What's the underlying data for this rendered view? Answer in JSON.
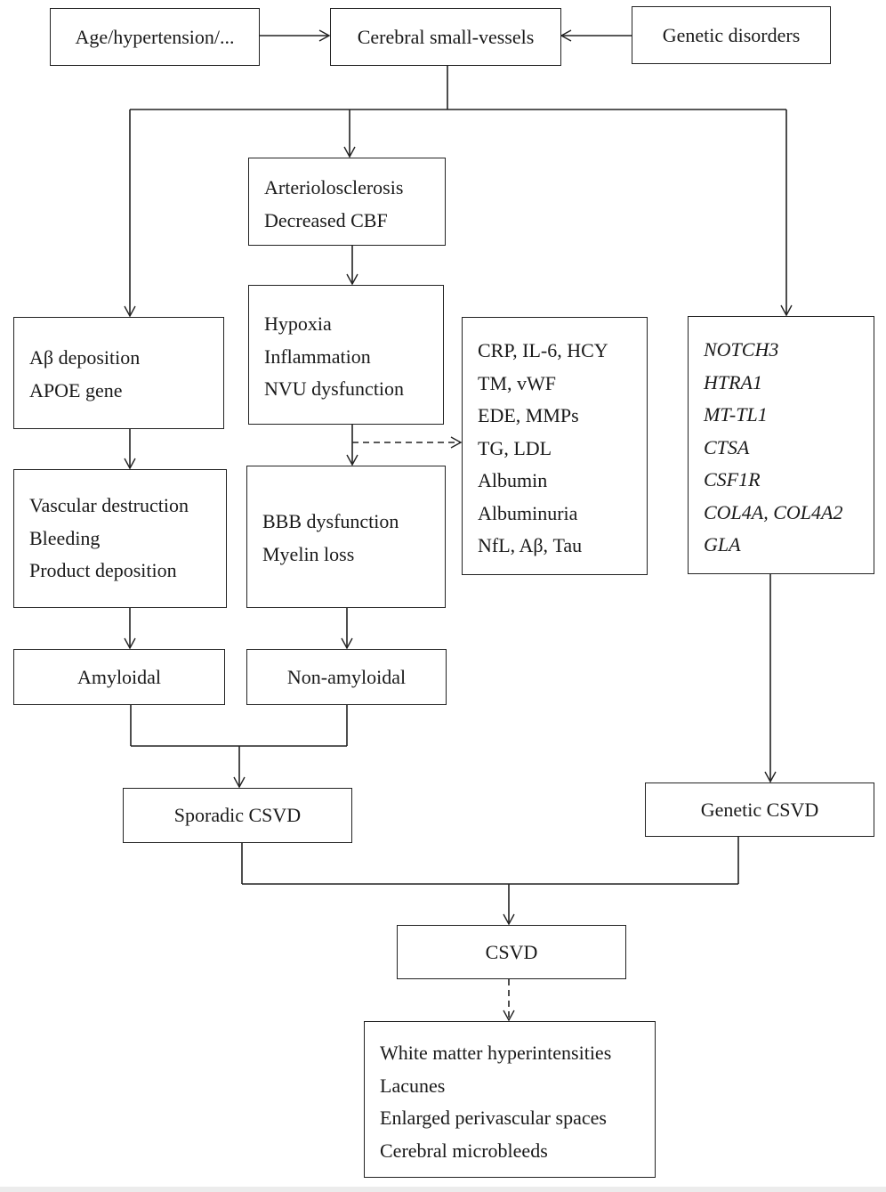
{
  "boxes": {
    "age": "Age/hypertension/...",
    "small_vessels": "Cerebral small-vessels",
    "genetic_disorders": "Genetic disorders",
    "arteriolosclerosis": [
      "Arteriolosclerosis",
      "Decreased CBF"
    ],
    "abeta": [
      "Aβ deposition",
      "APOE gene"
    ],
    "hypoxia": [
      "Hypoxia",
      "Inflammation",
      "NVU dysfunction"
    ],
    "markers": [
      "CRP, IL-6, HCY",
      "TM, vWF",
      "EDE, MMPs",
      "TG, LDL",
      "Albumin",
      "Albuminuria",
      "NfL, Aβ, Tau"
    ],
    "genes": [
      "NOTCH3",
      "HTRA1",
      "MT-TL1",
      "CTSA",
      "CSF1R",
      "COL4A, COL4A2",
      "GLA"
    ],
    "vascular": [
      "Vascular destruction",
      "Bleeding",
      "Product deposition"
    ],
    "bbb": [
      "BBB dysfunction",
      "Myelin loss"
    ],
    "amyloidal": "Amyloidal",
    "non_amyloidal": "Non-amyloidal",
    "sporadic": "Sporadic CSVD",
    "genetic_csvd": "Genetic CSVD",
    "csvd": "CSVD",
    "outcomes": [
      "White matter hyperintensities",
      "Lacunes",
      "Enlarged perivascular spaces",
      "Cerebral microbleeds"
    ]
  }
}
